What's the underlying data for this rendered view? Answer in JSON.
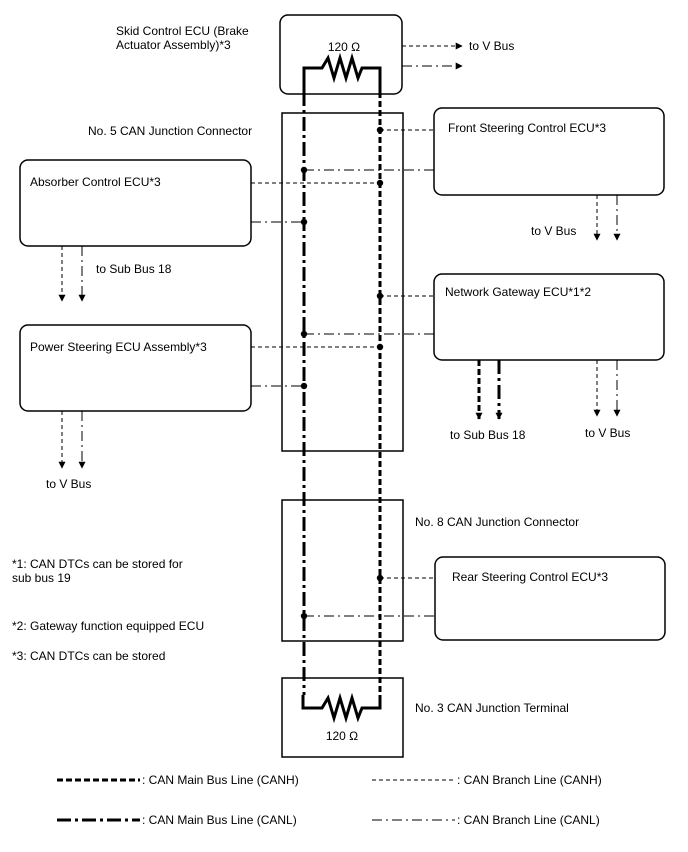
{
  "ecus": {
    "skid": [
      "Skid Control ECU (Brake",
      "Actuator Assembly)*3"
    ],
    "front_steering": "Front Steering Control ECU*3",
    "absorber": "Absorber Control ECU*3",
    "network_gateway": "Network Gateway ECU*1*2",
    "power_steering": "Power Steering ECU Assembly*3",
    "rear_steering": "Rear Steering Control ECU*3"
  },
  "connectors": {
    "no5": "No. 5 CAN Junction Connector",
    "no8": "No. 8 CAN Junction Connector",
    "no3": "No. 3 CAN Junction Terminal"
  },
  "resistors": {
    "top": "120 Ω",
    "bottom": "120 Ω"
  },
  "buses": {
    "skid_v_bus": "to V Bus",
    "front_v_bus": "to V Bus",
    "absorber_sub_bus": "to Sub Bus 18",
    "ps_v_bus": "to V Bus",
    "gateway_sub_bus": "to Sub Bus 18",
    "gateway_v_bus": "to V Bus"
  },
  "notes": [
    [
      "*1: CAN DTCs can be stored for",
      "sub bus 19"
    ],
    "*2: Gateway function equipped ECU",
    "*3: CAN DTCs can be stored"
  ],
  "legend": {
    "main_h": ": CAN Main Bus Line (CANH)",
    "branch_h": ": CAN Branch Line (CANH)",
    "main_l": ": CAN Main Bus Line (CANL)",
    "branch_l": ": CAN Branch Line (CANL)"
  }
}
